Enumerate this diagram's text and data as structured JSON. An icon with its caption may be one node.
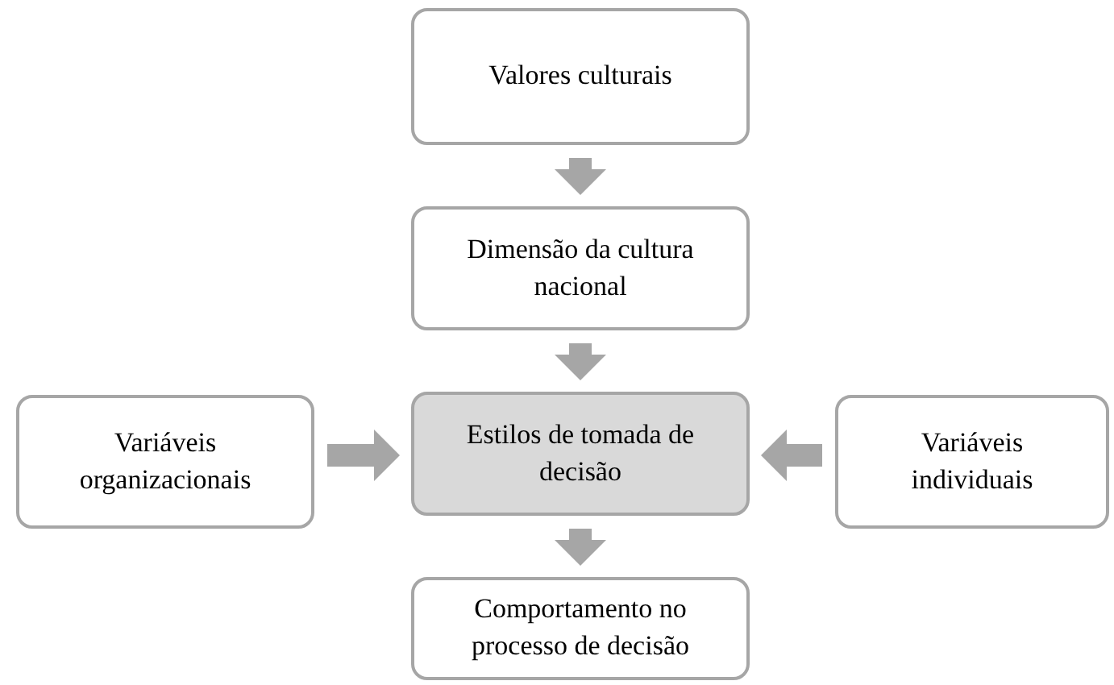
{
  "diagram": {
    "nodes": [
      {
        "text": [
          "Valores culturais"
        ]
      },
      {
        "text": [
          "Dimensão da cultura nacional"
        ]
      },
      {
        "text": [
          "Estilos de tomada de decisão"
        ]
      },
      {
        "text": [
          "Variáveis organizacionais"
        ]
      },
      {
        "text": [
          "Variáveis individuais"
        ]
      },
      {
        "text": [
          "Comportamento no processo de decisão"
        ]
      }
    ],
    "edges": [
      {
        "from": 0,
        "to": 1,
        "arrow": "to"
      },
      {
        "from": 1,
        "to": 2,
        "arrow": "to"
      },
      {
        "from": 3,
        "to": 2,
        "arrow": "to"
      },
      {
        "from": 4,
        "to": 2,
        "arrow": "to"
      },
      {
        "from": 2,
        "to": 5,
        "arrow": "to"
      }
    ]
  }
}
